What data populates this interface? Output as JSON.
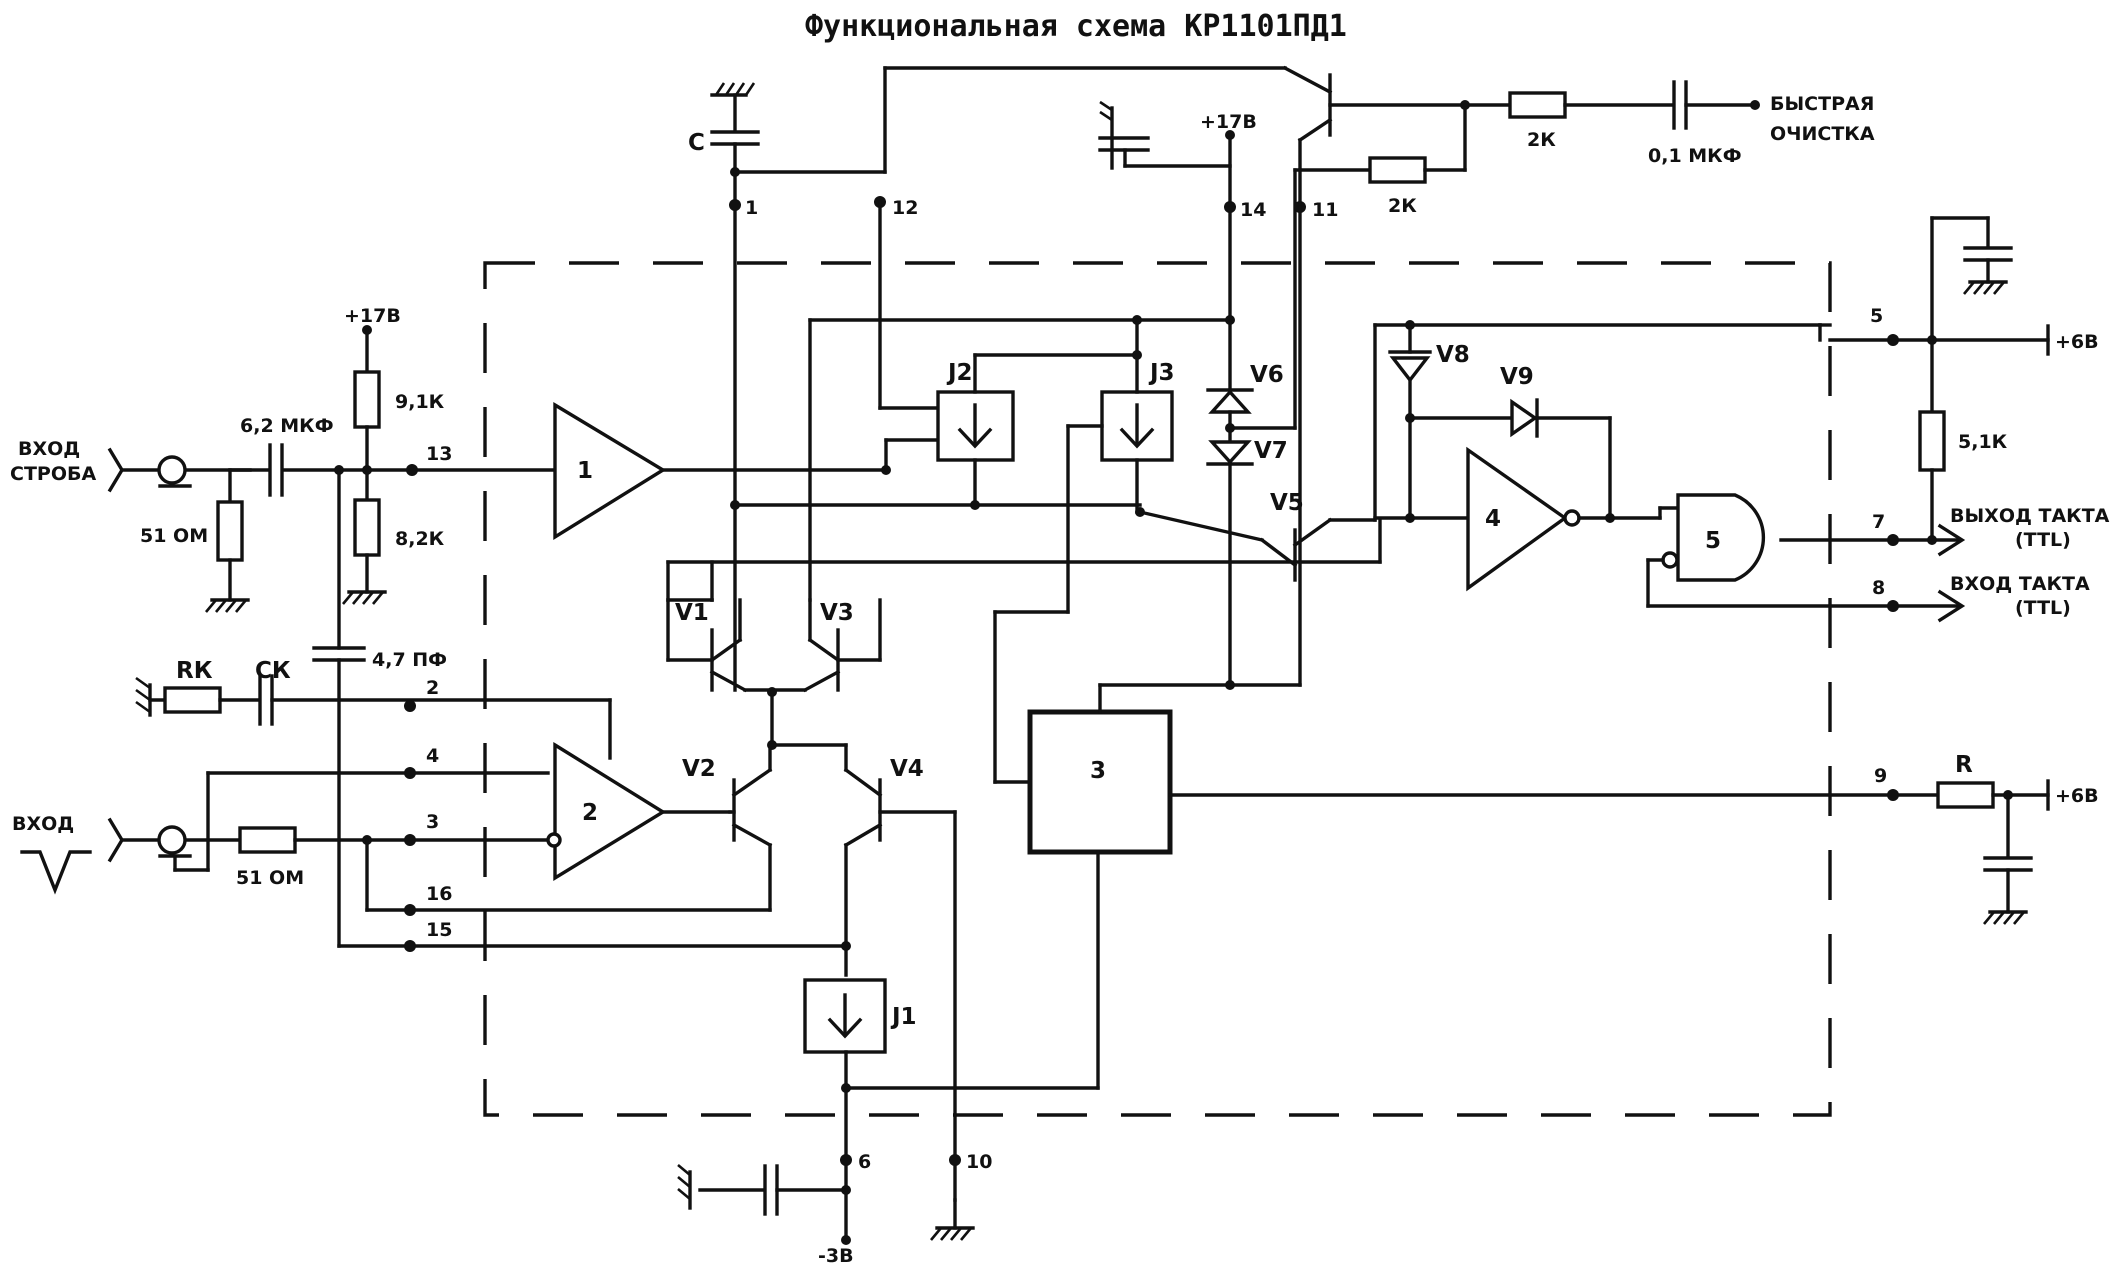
{
  "title": "Функциональная схема КР1101ПД1",
  "inputs": {
    "strobe": "ВХОД СТРОБА",
    "strobe_line1": "ВХОД",
    "strobe_line2": "СТРОБА",
    "signal": "ВХОД"
  },
  "outputs": {
    "fast_clear_1": "БЫСТРАЯ",
    "fast_clear_2": "ОЧИСТКА",
    "clock_out": "ВЫХОД ТАКТА",
    "clock_out_sub": "(TTL)",
    "clock_in": "ВХОД ТАКТА",
    "clock_in_sub": "(TTL)"
  },
  "supplies": {
    "plus17_left": "+17В",
    "plus17_top": "+17В",
    "plus6_top": "+6В",
    "plus6_bottom": "+6В",
    "minus3": "-3В"
  },
  "components": {
    "c_top": "С",
    "c_input": "6,2 МКФ",
    "r_51_left": "51   ОМ",
    "r_91k": "9,1К",
    "r_82k": "8,2К",
    "c_47pf": "4,7 ПФ",
    "rk": "RК",
    "ck": "СК",
    "r_51_bottom": "51   ОМ",
    "r_2k_a": "2К",
    "r_2k_b": "2К",
    "c_01": "0,1 МКФ",
    "r_51k": "5,1К",
    "r_r": "R"
  },
  "blocks": {
    "amp1": "1",
    "amp2": "2",
    "block3": "3",
    "amp4": "4",
    "gate5": "5",
    "j1": "J1",
    "j2": "J2",
    "j3": "J3"
  },
  "devices": {
    "v1": "V1",
    "v2": "V2",
    "v3": "V3",
    "v4": "V4",
    "v5": "V5",
    "v6": "V6",
    "v7": "V7",
    "v8": "V8",
    "v9": "V9"
  },
  "pins": {
    "p1": "1",
    "p2": "2",
    "p3": "3",
    "p4": "4",
    "p5": "5",
    "p6": "6",
    "p7": "7",
    "p8": "8",
    "p9": "9",
    "p10": "10",
    "p11": "11",
    "p12": "12",
    "p13": "13",
    "p14": "14",
    "p15": "15",
    "p16": "16"
  }
}
